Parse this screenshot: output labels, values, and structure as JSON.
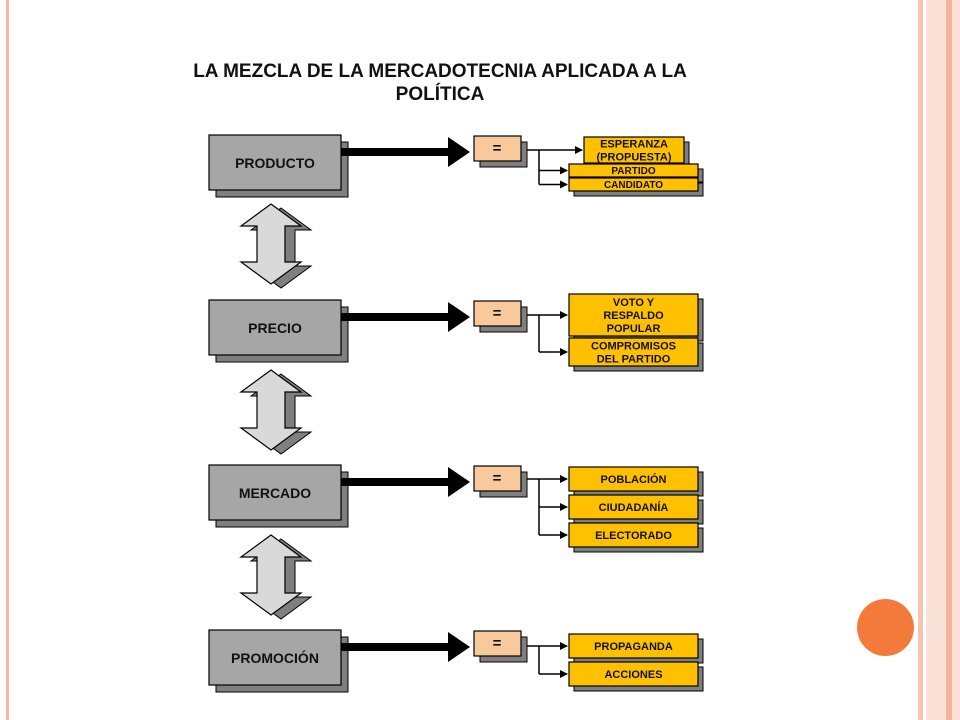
{
  "title": "LA MEZCLA DE LA MERCADOTECNIA APLICADA A LA POLÍTICA",
  "equals_sign": "=",
  "colors": {
    "box_gray": "#a6a6a6",
    "box_yellow": "#ffc000",
    "box_peach": "#f8c99a",
    "arrow": "#000000",
    "accent": "#f47a3b"
  },
  "rows": [
    {
      "label": "PRODUCTO",
      "items": [
        [
          "ESPERANZA",
          "(PROPUESTA)"
        ],
        [
          "PARTIDO"
        ],
        [
          "CANDIDATO"
        ]
      ]
    },
    {
      "label": "PRECIO",
      "items": [
        [
          "VOTO Y",
          "RESPALDO",
          "POPULAR"
        ],
        [
          "COMPROMISOS",
          "DEL PARTIDO"
        ]
      ]
    },
    {
      "label": "MERCADO",
      "items": [
        [
          "POBLACIÓN"
        ],
        [
          "CIUDADANÍA"
        ],
        [
          "ELECTORADO"
        ]
      ]
    },
    {
      "label": "PROMOCIÓN",
      "items": [
        [
          "PROPAGANDA"
        ],
        [
          "ACCIONES"
        ]
      ]
    }
  ]
}
